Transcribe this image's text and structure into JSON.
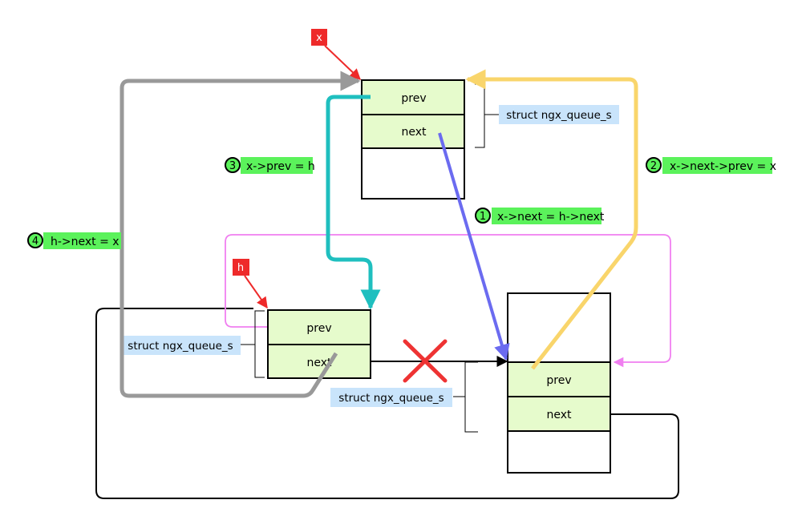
{
  "nodes": {
    "x": {
      "pointer": "x",
      "field1": "prev",
      "field2": "next",
      "struct": "struct ngx_queue_s"
    },
    "h": {
      "pointer": "h",
      "field1": "prev",
      "field2": "next",
      "struct": "struct ngx_queue_s"
    },
    "h_next": {
      "field1": "prev",
      "field2": "next",
      "struct": "struct ngx_queue_s"
    }
  },
  "steps": [
    {
      "num": "1",
      "text": "x->next = h->next"
    },
    {
      "num": "2",
      "text": "x->next->prev = x"
    },
    {
      "num": "3",
      "text": "x->prev = h"
    },
    {
      "num": "4",
      "text": "h->next = x"
    }
  ],
  "colors": {
    "cell_fill": "#e6fbcc",
    "step_highlight": "#5bf25b",
    "struct_label_bg": "#c9e4fb",
    "pointer_tag": "#ee2a2a",
    "arrow_step1": "#6b6bf0",
    "arrow_step2": "#f9d56b",
    "arrow_step3": "#1fbfbf",
    "arrow_step4": "#999999",
    "old_link": "#000000",
    "old_prev_link": "#f07ff0",
    "removed_mark": "#ee3333"
  }
}
